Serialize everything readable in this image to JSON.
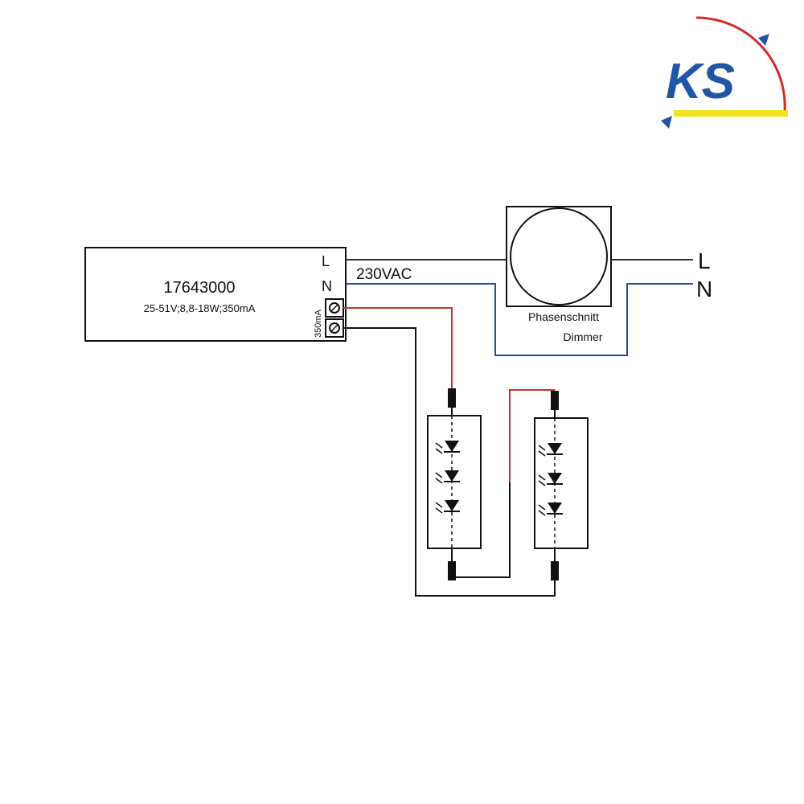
{
  "logo": {
    "text": "KS",
    "colors": {
      "red": "#d42a2a",
      "blue": "#1f57a6",
      "yellow": "#f2e21c"
    }
  },
  "driver": {
    "article_number": "17643000",
    "specs": "25-51V;8,8-18W;350mA",
    "terminal_L": "L",
    "terminal_N": "N",
    "output_label": "350mA"
  },
  "supply": {
    "voltage": "230VAC",
    "line_label": "L",
    "neutral_label": "N"
  },
  "dimmer": {
    "label_line1": "Phasenschnitt",
    "label_line2": "Dimmer"
  },
  "led_modules": [
    {
      "led_count": 3
    },
    {
      "led_count": 3
    }
  ],
  "colors": {
    "line_wire": "#333333",
    "neutral_wire": "#2a4a9a",
    "positive_wire": "#c0392b",
    "negative_wire": "#111111"
  }
}
